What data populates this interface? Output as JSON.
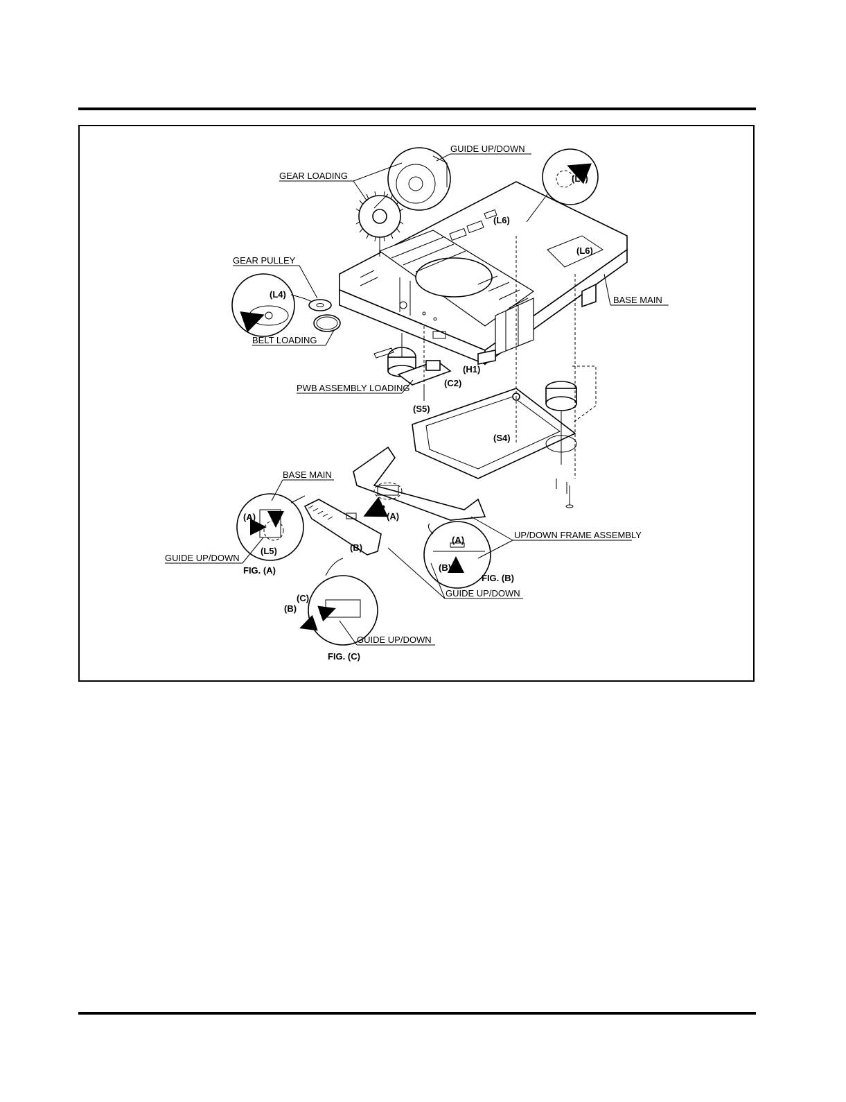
{
  "labels": {
    "guide_up_down_top": "GUIDE  UP/DOWN",
    "gear_loading": "GEAR LOADING",
    "gear_pulley": "GEAR PULLEY",
    "belt_loading": "BELT LOADING",
    "base_main_right": "BASE MAIN",
    "pwb_assembly_loading": "PWB ASSEMBLY LOADING",
    "base_main_left": "BASE MAIN",
    "guide_up_down_left": "GUIDE UP/DOWN",
    "up_down_frame_assembly": "UP/DOWN FRAME ASSEMBLY",
    "guide_up_down_mid": "GUIDE  UP/DOWN",
    "guide_up_down_bottom": "GUIDE UP/DOWN"
  },
  "callouts": {
    "l3": "(L3)",
    "l6_a": "(L6)",
    "l6_b": "(L6)",
    "l4": "(L4)",
    "h1": "(H1)",
    "c2": "(C2)",
    "s5": "(S5)",
    "s4": "(S4)",
    "a_main": "(A)",
    "a_fig_a": "(A)",
    "l5": "(L5)",
    "b_main": "(B)",
    "a_fig_b": "(A)",
    "b_fig_b": "(B)",
    "c_fig_c": "(C)",
    "b_fig_c": "(B)"
  },
  "figures": {
    "fig_a": "FIG. (A)",
    "fig_b": "FIG. (B)",
    "fig_c": "FIG. (C)"
  }
}
